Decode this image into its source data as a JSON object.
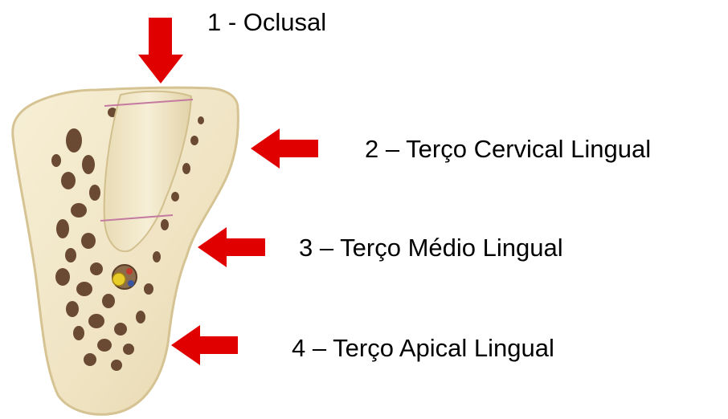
{
  "labels": {
    "oclusal": "1 - Oclusal",
    "cervical": "2 – Terço Cervical Lingual",
    "medio": "3 – Terço Médio Lingual",
    "apical": "4 – Terço Apical Lingual"
  },
  "colors": {
    "arrow": "#e00000",
    "bone": "#f1e7c9",
    "cortex_outline": "#d9c79c",
    "cavity": "#6b4a33",
    "root": "#ede2c0",
    "nerve": "#e8cc28",
    "line": "#c47aa0"
  },
  "icons": {
    "arrow_1": "arrow-down-icon",
    "arrow_2": "arrow-left-icon",
    "arrow_3": "arrow-left-icon",
    "arrow_4": "arrow-left-icon",
    "illustration": "mandible-cross-section-illustration"
  }
}
